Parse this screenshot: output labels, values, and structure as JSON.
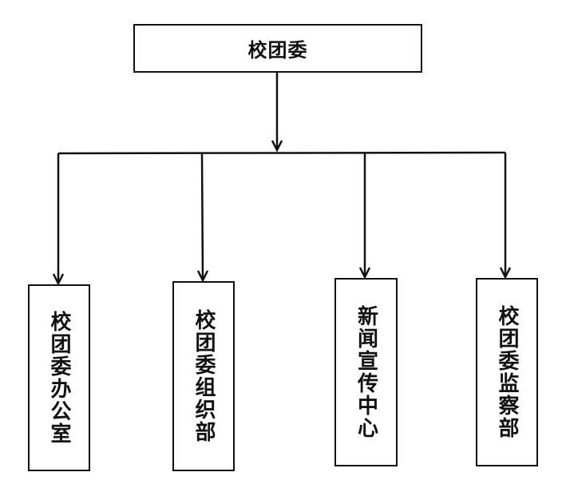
{
  "diagram": {
    "root": {
      "label": "校团委"
    },
    "children": [
      {
        "label": "校团委办公室"
      },
      {
        "label": "校团委组织部"
      },
      {
        "label": "新闻宣传中心"
      },
      {
        "label": "校团委监察部"
      }
    ],
    "line_color": "#111111"
  }
}
